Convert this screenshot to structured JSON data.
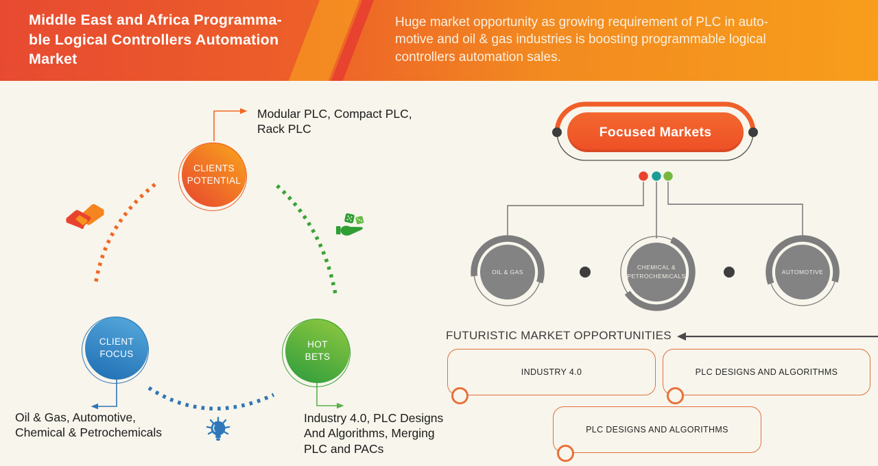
{
  "colors": {
    "background": "#f8f5ec",
    "header_gradient_left": "#e74a31",
    "header_gradient_right": "#f89e1b",
    "header_slash_red": "#e8432e",
    "orange_accent": "#f15e29",
    "blue_accent": "#2e75b6",
    "green_accent": "#35a02c",
    "teal_dot": "#1b9e96",
    "red_dot": "#e8432e",
    "green_dot": "#76b83f",
    "gray_circle": "#838383",
    "dark_text": "#1b1b1b"
  },
  "header": {
    "title_lines": [
      "Middle East and Africa Programma-",
      "ble Logical Controllers Automation",
      "Market"
    ],
    "subtitle_lines": [
      "Huge market opportunity as growing requirement of PLC in auto-",
      "motive and oil & gas industries is boosting programmable logical",
      "controllers automation sales."
    ]
  },
  "strategy_wheel": {
    "clients_potential": {
      "label": "CLIENTS POTENTIAL",
      "annotation": "Modular PLC, Compact PLC, Rack PLC",
      "icon": "handshake-icon"
    },
    "client_focus": {
      "label": "CLIENT FOCUS",
      "annotation": "Oil & Gas, Automotive, Chemical & Petrochemicals",
      "icon": "lightbulb-icon"
    },
    "hot_bets": {
      "label": "HOT BETS",
      "annotation": "Industry 4.0, PLC Designs And Algorithms, Merging PLC and PACs",
      "icon": "dice-hand-icon"
    }
  },
  "focused_markets": {
    "title": "Focused Markets",
    "markets": [
      "OIL & GAS",
      "CHEMICAL & PETROCHEMICALS",
      "AUTOMOTIVE"
    ]
  },
  "opportunities": {
    "heading": "FUTURISTIC MARKET OPPORTUNITIES",
    "boxes": [
      "INDUSTRY 4.0",
      "PLC DESIGNS AND ALGORITHMS",
      "PLC DESIGNS AND ALGORITHMS"
    ]
  }
}
